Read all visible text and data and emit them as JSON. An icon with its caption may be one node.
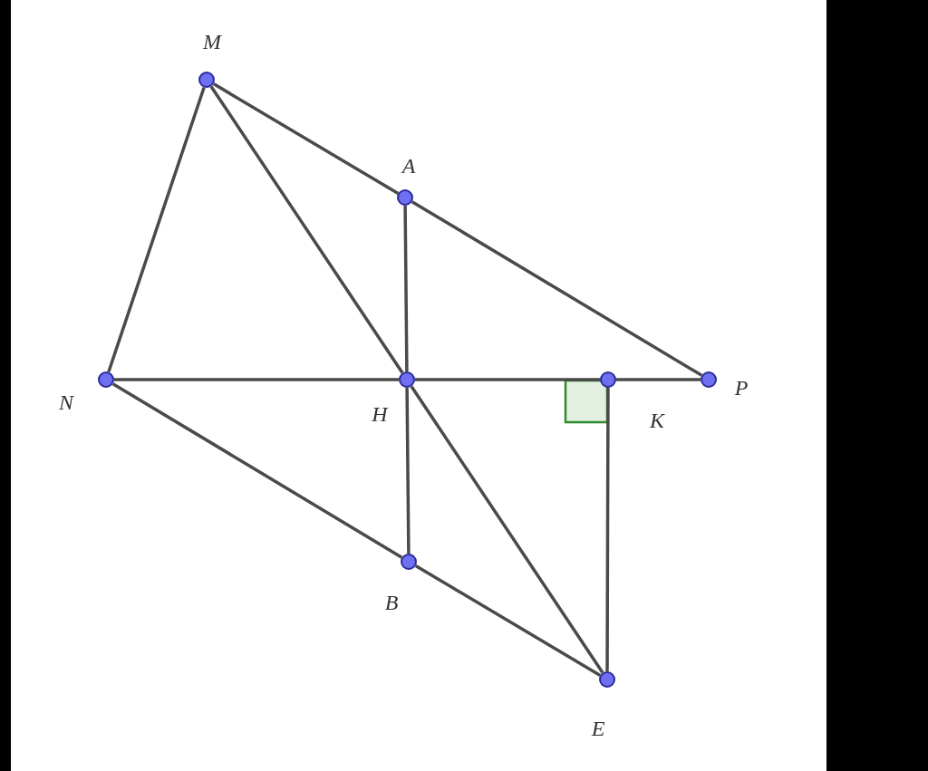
{
  "diagram": {
    "nodes": [
      {
        "text": [],
        "shape": "circle",
        "beside": [
          "M"
        ]
      },
      {
        "text": [],
        "shape": "circle",
        "beside": [
          "A"
        ]
      },
      {
        "text": [],
        "shape": "circle",
        "beside": [
          "N"
        ]
      },
      {
        "text": [],
        "shape": "circle",
        "beside": [
          "H"
        ]
      },
      {
        "text": [],
        "shape": "circle",
        "beside": [
          "K"
        ]
      },
      {
        "text": [],
        "shape": "circle",
        "beside": [
          "P"
        ]
      },
      {
        "text": [],
        "shape": "circle",
        "beside": [
          "B"
        ]
      },
      {
        "text": [],
        "shape": "circle",
        "beside": [
          "E"
        ]
      }
    ],
    "edges": [
      {
        "from": 0,
        "to": 2,
        "arrow": "none"
      },
      {
        "from": 0,
        "to": 3,
        "arrow": "none"
      },
      {
        "from": 0,
        "to": 1,
        "arrow": "none"
      },
      {
        "from": 1,
        "to": 5,
        "arrow": "none"
      },
      {
        "from": 1,
        "to": 3,
        "arrow": "none"
      },
      {
        "from": 2,
        "to": 3,
        "arrow": "none"
      },
      {
        "from": 3,
        "to": 4,
        "arrow": "none"
      },
      {
        "from": 4,
        "to": 5,
        "arrow": "none"
      },
      {
        "from": 2,
        "to": 6,
        "arrow": "none"
      },
      {
        "from": 3,
        "to": 6,
        "arrow": "none"
      },
      {
        "from": 6,
        "to": 7,
        "arrow": "none"
      },
      {
        "from": 3,
        "to": 7,
        "arrow": "none"
      },
      {
        "from": 4,
        "to": 7,
        "arrow": "none"
      }
    ]
  }
}
